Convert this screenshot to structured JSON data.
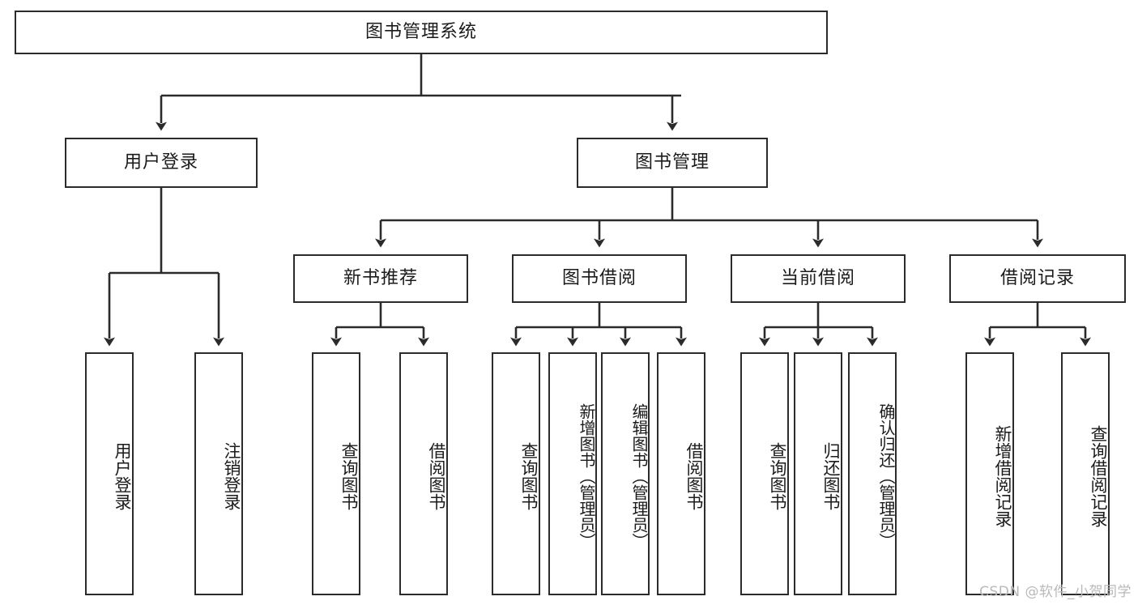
{
  "diagram": {
    "title": "图书管理系统",
    "root": {
      "label": "图书管理系统"
    },
    "level2": [
      {
        "label": "用户登录"
      },
      {
        "label": "图书管理"
      }
    ],
    "level3": [
      {
        "label": "新书推荐"
      },
      {
        "label": "图书借阅"
      },
      {
        "label": "当前借阅"
      },
      {
        "label": "借阅记录"
      }
    ],
    "leaves": {
      "user_login": [
        {
          "label": "用户登录"
        },
        {
          "label": "注销登录"
        }
      ],
      "new_book_recommend": [
        {
          "label": "查询图书"
        },
        {
          "label": "借阅图书"
        }
      ],
      "book_borrow": [
        {
          "label": "查询图书"
        },
        {
          "label": "新增图书（管理员）"
        },
        {
          "label": "编辑图书（管理员）"
        },
        {
          "label": "借阅图书"
        }
      ],
      "current_borrow": [
        {
          "label": "查询图书"
        },
        {
          "label": "归还图书"
        },
        {
          "label": "确认归还（管理员）"
        }
      ],
      "borrow_record": [
        {
          "label": "新增借阅记录"
        },
        {
          "label": "查询借阅记录"
        }
      ]
    }
  },
  "watermark": {
    "text": "CSDN @软件_小贺同学"
  },
  "colors": {
    "stroke": "#2b2b2b",
    "fill": "#ffffff",
    "text": "#1b1b1b",
    "watermark": "#b9b9b9"
  }
}
